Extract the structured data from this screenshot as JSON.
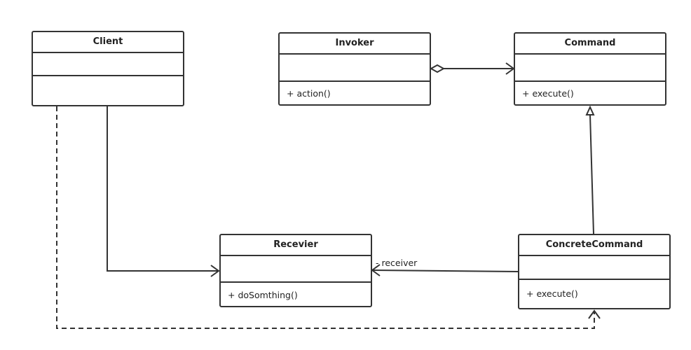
{
  "classes": {
    "client": {
      "name": "Client",
      "operations": []
    },
    "invoker": {
      "name": "Invoker",
      "operations": [
        "+ action()"
      ]
    },
    "command": {
      "name": "Command",
      "operations": [
        "+ execute()"
      ]
    },
    "receiver": {
      "name": "Recevier",
      "operations": [
        "+ doSomthing()"
      ]
    },
    "concrete_command": {
      "name": "ConcreteCommand",
      "operations": [
        "+ execute()"
      ]
    }
  },
  "relations": {
    "receiver_role": "- receiver"
  },
  "colors": {
    "line": "#333333",
    "text": "#222222"
  }
}
